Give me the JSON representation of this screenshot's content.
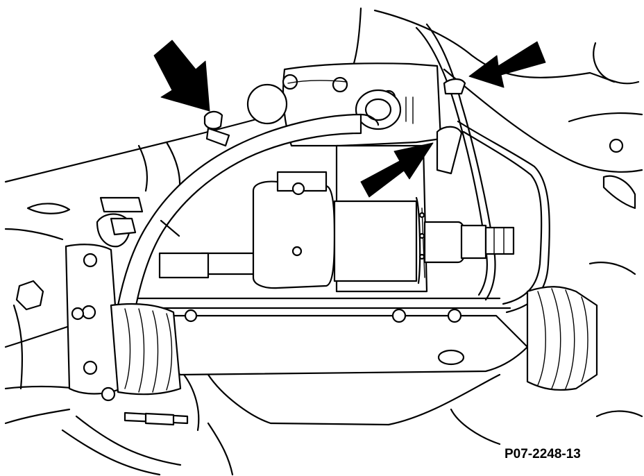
{
  "figure": {
    "code": "P07-2248-13"
  },
  "colors": {
    "line": "#000000",
    "background": "#ffffff"
  },
  "callout_arrows": [
    {
      "name": "callout-arrow-left-clamp"
    },
    {
      "name": "callout-arrow-top-right-clamp"
    },
    {
      "name": "callout-arrow-right-clamp"
    }
  ]
}
